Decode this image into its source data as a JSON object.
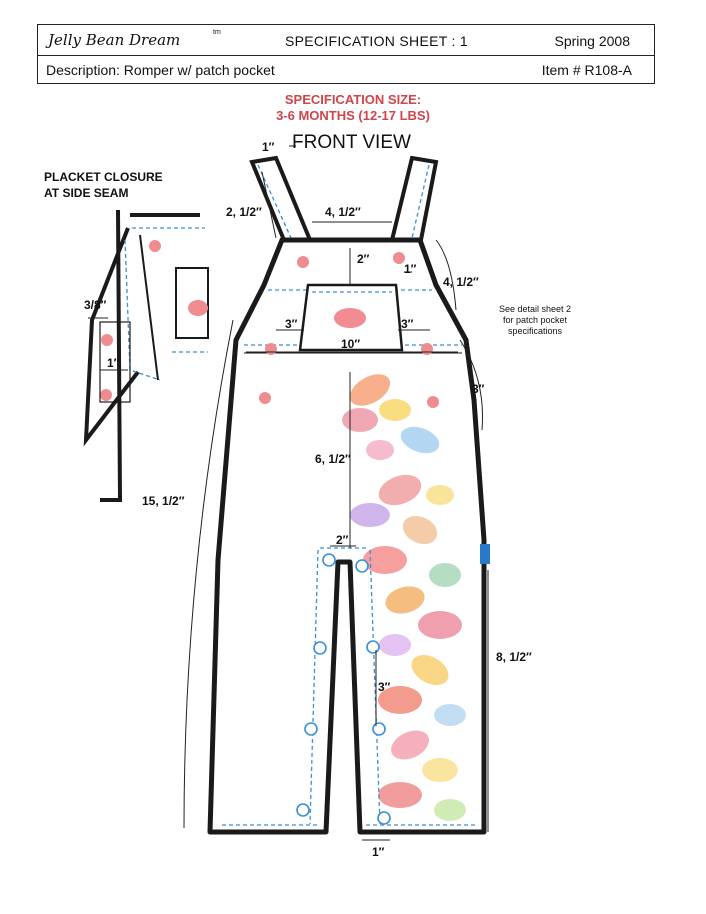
{
  "header": {
    "brand": "Jelly Bean Dream",
    "trademark": "tm",
    "sheet_title": "SPECIFICATION SHEET : 1",
    "season": "Spring 2008",
    "description": "Description: Romper w/ patch pocket",
    "item_number": "Item # R108-A"
  },
  "spec_size": {
    "line1": "SPECIFICATION SIZE:",
    "line2": "3-6 MONTHS (12-17 LBS)"
  },
  "view_title": "FRONT VIEW",
  "placket_label": {
    "line1": "PLACKET CLOSURE",
    "line2": "AT SIDE SEAM"
  },
  "detail_note": {
    "line1": "See detail sheet 2",
    "line2": "for patch pocket",
    "line3": "specifications"
  },
  "measurements": {
    "strap_width": "1″",
    "strap_length": "2, 1/2″",
    "bib_top_width": "4, 1/2″",
    "bib_depth": "2″",
    "button_offset": "1″",
    "bib_side": "4, 1/2″",
    "pocket_left_offset": "3″",
    "pocket_right_offset": "3″",
    "pocket_width": "10″",
    "side_opening": "3″",
    "center_front": "6, 1/2″",
    "total_length": "15, 1/2″",
    "crotch_width": "2″",
    "snap_spacing": "3″",
    "inseam": "8, 1/2″",
    "hem_width": "1″",
    "placket_depth": "3/8″",
    "placket_width": "1″"
  },
  "colors": {
    "title_red": "#d0444c",
    "stitch_blue": "#3a8fd6",
    "garment_outline": "#1a1a1a",
    "dot_pink": "#ef8c90"
  }
}
